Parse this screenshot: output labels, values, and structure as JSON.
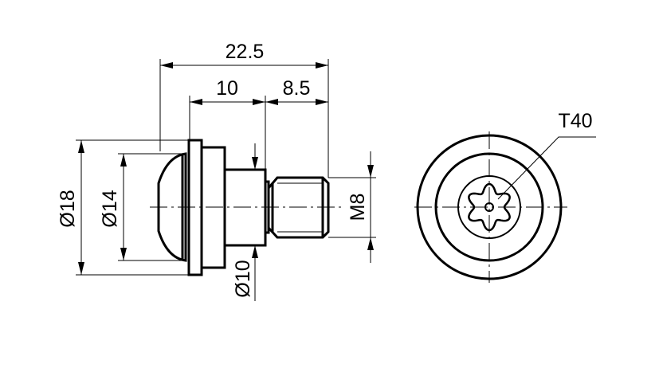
{
  "drawing": {
    "dimensions": {
      "overall_length": "22.5",
      "head_length": "10",
      "thread_length": "8.5",
      "flange_diameter": "Ø18",
      "dome_diameter": "Ø14",
      "shank_diameter": "Ø10",
      "thread": "M8",
      "drive": "T40"
    },
    "line_color": "#000000",
    "background": "#ffffff"
  }
}
